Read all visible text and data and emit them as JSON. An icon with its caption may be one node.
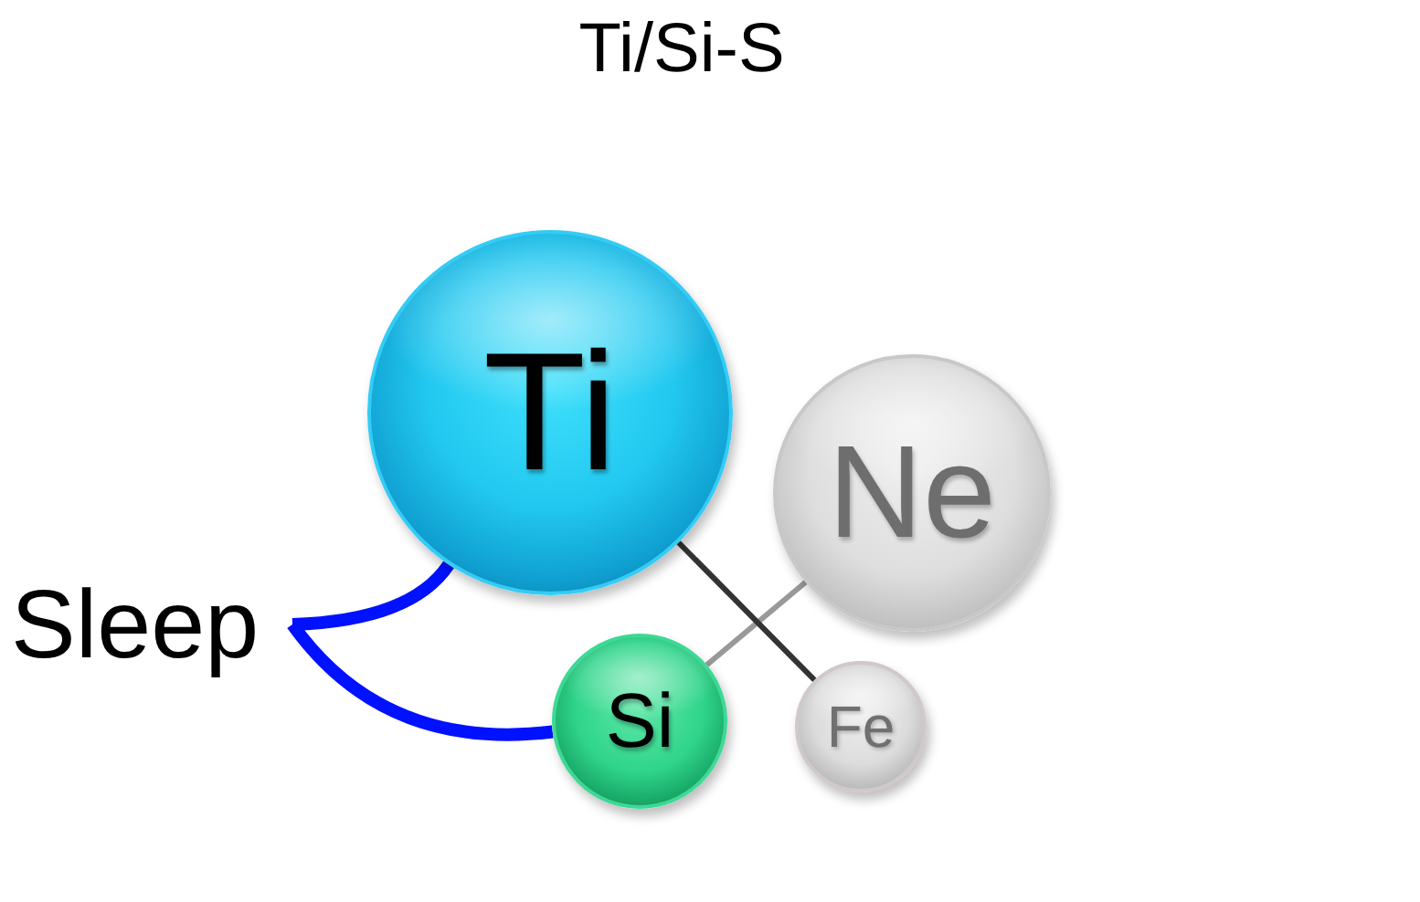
{
  "diagram": {
    "title": "Ti/Si-S",
    "nodes": [
      {
        "text": [
          "Ti"
        ]
      },
      {
        "text": [
          "Ne"
        ]
      },
      {
        "text": [
          "Sleep"
        ]
      },
      {
        "text": [
          "Si"
        ]
      },
      {
        "text": [
          "Fe"
        ]
      }
    ],
    "edges": [
      {
        "from": 2,
        "to": 0,
        "arrow": "none",
        "style": "thick",
        "color": "#0011ff"
      },
      {
        "from": 2,
        "to": 3,
        "arrow": "none",
        "style": "thick",
        "color": "#0011ff"
      },
      {
        "from": 0,
        "to": 4,
        "arrow": "none",
        "color": "#333333"
      },
      {
        "from": 3,
        "to": 1,
        "arrow": "none",
        "color": "#999999"
      }
    ]
  }
}
